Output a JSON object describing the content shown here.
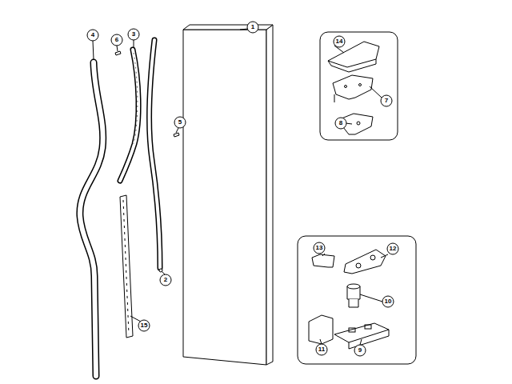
{
  "diagram": {
    "labels": [
      "4",
      "6",
      "3",
      "1",
      "5",
      "2",
      "15",
      "14",
      "7",
      "8",
      "13",
      "12",
      "10",
      "11",
      "9"
    ]
  }
}
